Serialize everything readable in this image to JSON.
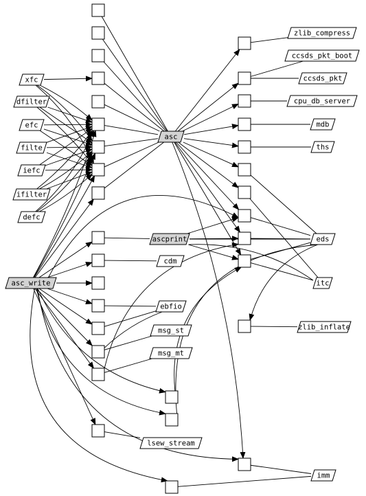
{
  "nodes": [
    {
      "id": "xfc",
      "label": "xfc",
      "fill": "#ffffff"
    },
    {
      "id": "dfilter",
      "label": "dfilter",
      "fill": "#ffffff"
    },
    {
      "id": "efc",
      "label": "efc",
      "fill": "#ffffff"
    },
    {
      "id": "filte",
      "label": "filte",
      "fill": "#ffffff"
    },
    {
      "id": "iefc",
      "label": "iefc",
      "fill": "#ffffff"
    },
    {
      "id": "ifilter",
      "label": "ifilter",
      "fill": "#ffffff"
    },
    {
      "id": "defc",
      "label": "defc",
      "fill": "#ffffff"
    },
    {
      "id": "asc_write",
      "label": "asc_write",
      "fill": "#d3d3d3"
    },
    {
      "id": "asc",
      "label": "asc",
      "fill": "#d3d3d3"
    },
    {
      "id": "ascprint",
      "label": "ascprint",
      "fill": "#d3d3d3"
    },
    {
      "id": "cdm",
      "label": "cdm",
      "fill": "#ffffff"
    },
    {
      "id": "ebfio",
      "label": "ebfio",
      "fill": "#ffffff"
    },
    {
      "id": "msg_st",
      "label": "msg_st",
      "fill": "#ffffff"
    },
    {
      "id": "msg_mt",
      "label": "msg_mt",
      "fill": "#ffffff"
    },
    {
      "id": "lsew_stream",
      "label": "lsew_stream",
      "fill": "#ffffff"
    },
    {
      "id": "zlib_compress",
      "label": "zlib_compress",
      "fill": "#ffffff"
    },
    {
      "id": "ccsds_pkt_boot",
      "label": "ccsds_pkt_boot",
      "fill": "#ffffff"
    },
    {
      "id": "ccsds_pkt",
      "label": "ccsds_pkt",
      "fill": "#ffffff"
    },
    {
      "id": "cpu_db_server",
      "label": "cpu_db_server",
      "fill": "#ffffff"
    },
    {
      "id": "mdb",
      "label": "mdb",
      "fill": "#ffffff"
    },
    {
      "id": "ths",
      "label": "ths",
      "fill": "#ffffff"
    },
    {
      "id": "eds",
      "label": "eds",
      "fill": "#ffffff"
    },
    {
      "id": "itc",
      "label": "itc",
      "fill": "#ffffff"
    },
    {
      "id": "zlib_inflate",
      "label": "zlib_inflate",
      "fill": "#ffffff"
    },
    {
      "id": "imm",
      "label": "imm",
      "fill": "#ffffff"
    }
  ],
  "boxes": [
    {
      "id": "b1"
    },
    {
      "id": "b2"
    },
    {
      "id": "b3"
    },
    {
      "id": "b4"
    },
    {
      "id": "b5"
    },
    {
      "id": "b6"
    },
    {
      "id": "b7"
    },
    {
      "id": "b8"
    },
    {
      "id": "b9"
    },
    {
      "id": "b10"
    },
    {
      "id": "b11"
    },
    {
      "id": "b12"
    },
    {
      "id": "b13"
    },
    {
      "id": "b14"
    },
    {
      "id": "b15"
    },
    {
      "id": "b16"
    },
    {
      "id": "b17"
    },
    {
      "id": "r1"
    },
    {
      "id": "r2"
    },
    {
      "id": "r3"
    },
    {
      "id": "r4"
    },
    {
      "id": "r5"
    },
    {
      "id": "r6"
    },
    {
      "id": "r7"
    },
    {
      "id": "r8"
    },
    {
      "id": "r9"
    },
    {
      "id": "r10"
    },
    {
      "id": "r11"
    },
    {
      "id": "r12"
    },
    {
      "id": "m1"
    },
    {
      "id": "m2"
    },
    {
      "id": "m3"
    }
  ]
}
